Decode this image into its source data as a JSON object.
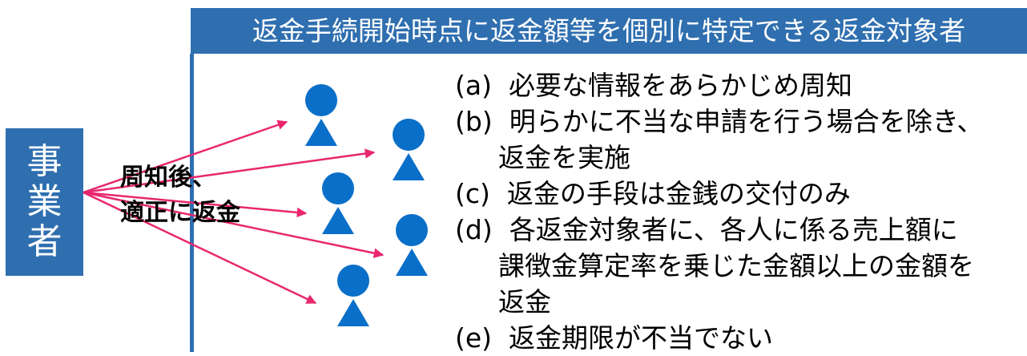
{
  "title": "返金手続開始時点に返金額等を個別に特定できる返金対象者",
  "actor": [
    "事",
    "業",
    "者"
  ],
  "arrow_label": [
    "周知後、",
    "適正に返金"
  ],
  "colors": {
    "box": "#2f6fb0",
    "figure": "#0a6fc8",
    "arrow": "#e8276e"
  },
  "items": [
    {
      "tag": "(a)",
      "lines": [
        "必要な情報をあらかじめ周知"
      ]
    },
    {
      "tag": "(b)",
      "lines": [
        "明らかに不当な申請を行う場合を除き、",
        "返金を実施"
      ]
    },
    {
      "tag": "(c)",
      "lines": [
        "返金の手段は金銭の交付のみ"
      ]
    },
    {
      "tag": "(d)",
      "lines": [
        "各返金対象者に、各人に係る売上額に",
        "課徴金算定率を乗じた金額以上の金額を",
        "返金"
      ]
    },
    {
      "tag": "(e)",
      "lines": [
        "返金期限が不当でない"
      ]
    }
  ]
}
